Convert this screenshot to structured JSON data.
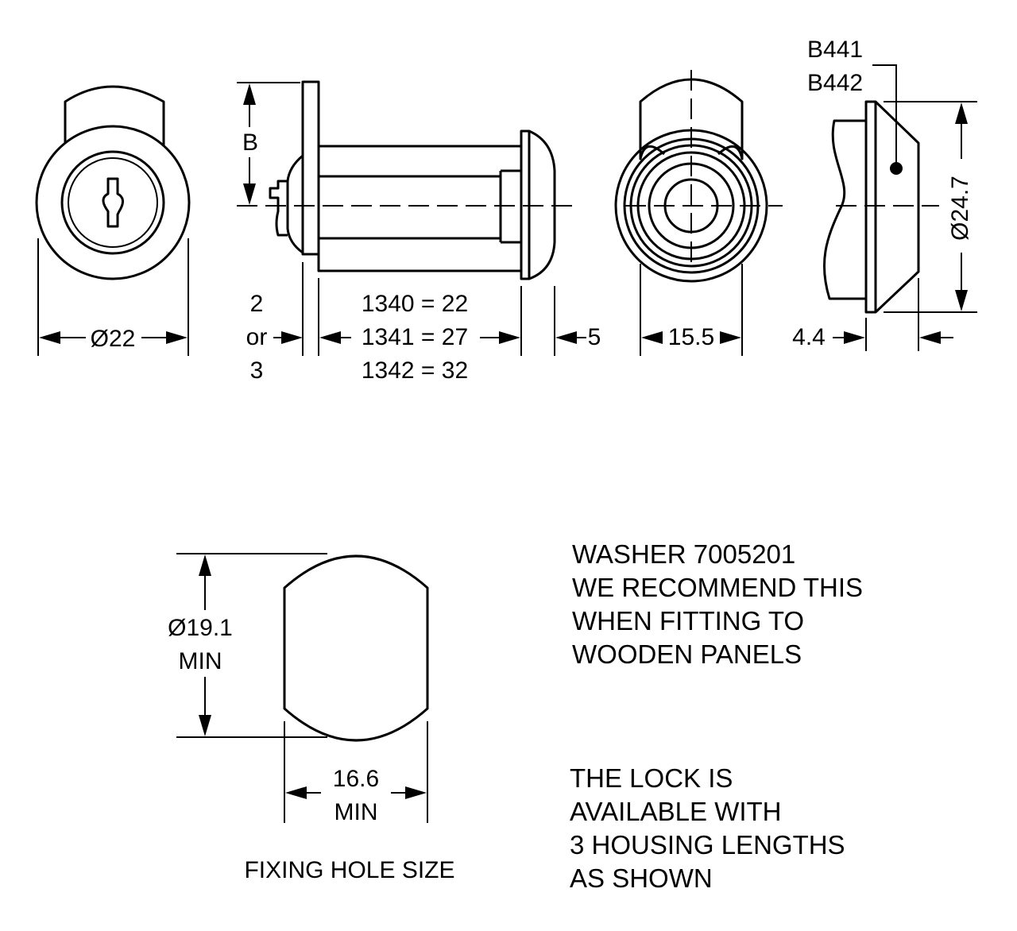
{
  "front_view": {
    "diameter_label": "Ø22"
  },
  "side_view": {
    "b_label": "B",
    "panel_thickness_lines": [
      "2",
      "or",
      "3"
    ],
    "length_lines": [
      "1340 = 22",
      "1341 = 27",
      "1342 = 32"
    ],
    "head_label": "5"
  },
  "rear_view": {
    "width_label": "15.5"
  },
  "washer_view": {
    "part_lines": [
      "B441",
      "B442"
    ],
    "diameter_label": "Ø24.7",
    "thickness_label": "4.4"
  },
  "fixing_hole": {
    "height_lines": [
      "Ø19.1",
      "MIN"
    ],
    "width_lines": [
      "16.6",
      "MIN"
    ],
    "caption": "FIXING HOLE SIZE"
  },
  "notes": {
    "washer_note": [
      "WASHER 7005201",
      "WE RECOMMEND THIS",
      "WHEN FITTING TO",
      "WOODEN PANELS"
    ],
    "lock_note": [
      "THE LOCK IS",
      "AVAILABLE WITH",
      "3 HOUSING LENGTHS",
      "AS SHOWN"
    ]
  }
}
